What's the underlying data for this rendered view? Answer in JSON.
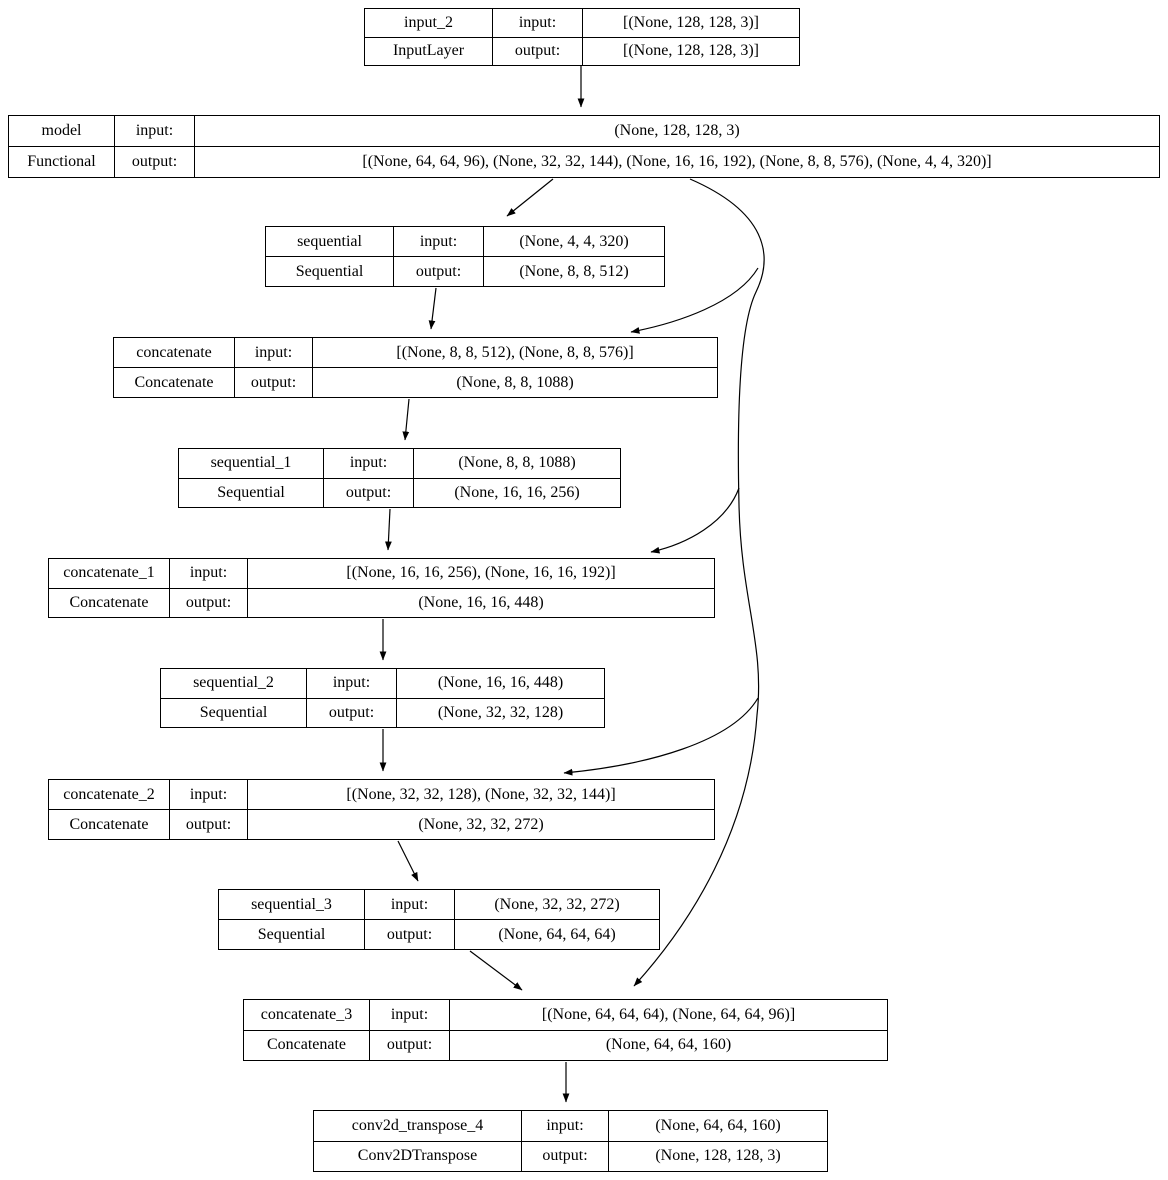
{
  "diagram": {
    "description": "Keras plot_model architecture graph (U-Net style decoder over MobileNet-like backbone)",
    "colors": {
      "background": "#ffffff",
      "box_border": "#000000",
      "text": "#000000",
      "edge": "#000000"
    },
    "nodes": [
      {
        "name": "input_2",
        "class_name": "InputLayer",
        "input_label": "input:",
        "output_label": "output:",
        "input_value": "[(None, 128, 128, 3)]",
        "output_value": "[(None, 128, 128, 3)]"
      },
      {
        "name": "model",
        "class_name": "Functional",
        "input_label": "input:",
        "output_label": "output:",
        "input_value": "(None, 128, 128, 3)",
        "output_value": "[(None, 64, 64, 96), (None, 32, 32, 144), (None, 16, 16, 192), (None, 8, 8, 576), (None, 4, 4, 320)]"
      },
      {
        "name": "sequential",
        "class_name": "Sequential",
        "input_label": "input:",
        "output_label": "output:",
        "input_value": "(None, 4, 4, 320)",
        "output_value": "(None, 8, 8, 512)"
      },
      {
        "name": "concatenate",
        "class_name": "Concatenate",
        "input_label": "input:",
        "output_label": "output:",
        "input_value": "[(None, 8, 8, 512), (None, 8, 8, 576)]",
        "output_value": "(None, 8, 8, 1088)"
      },
      {
        "name": "sequential_1",
        "class_name": "Sequential",
        "input_label": "input:",
        "output_label": "output:",
        "input_value": "(None, 8, 8, 1088)",
        "output_value": "(None, 16, 16, 256)"
      },
      {
        "name": "concatenate_1",
        "class_name": "Concatenate",
        "input_label": "input:",
        "output_label": "output:",
        "input_value": "[(None, 16, 16, 256), (None, 16, 16, 192)]",
        "output_value": "(None, 16, 16, 448)"
      },
      {
        "name": "sequential_2",
        "class_name": "Sequential",
        "input_label": "input:",
        "output_label": "output:",
        "input_value": "(None, 16, 16, 448)",
        "output_value": "(None, 32, 32, 128)"
      },
      {
        "name": "concatenate_2",
        "class_name": "Concatenate",
        "input_label": "input:",
        "output_label": "output:",
        "input_value": "[(None, 32, 32, 128), (None, 32, 32, 144)]",
        "output_value": "(None, 32, 32, 272)"
      },
      {
        "name": "sequential_3",
        "class_name": "Sequential",
        "input_label": "input:",
        "output_label": "output:",
        "input_value": "(None, 32, 32, 272)",
        "output_value": "(None, 64, 64, 64)"
      },
      {
        "name": "concatenate_3",
        "class_name": "Concatenate",
        "input_label": "input:",
        "output_label": "output:",
        "input_value": "[(None, 64, 64, 64), (None, 64, 64, 96)]",
        "output_value": "(None, 64, 64, 160)"
      },
      {
        "name": "conv2d_transpose_4",
        "class_name": "Conv2DTranspose",
        "input_label": "input:",
        "output_label": "output:",
        "input_value": "(None, 64, 64, 160)",
        "output_value": "(None, 128, 128, 3)"
      }
    ],
    "edges": [
      {
        "from": "input_2",
        "to": "model"
      },
      {
        "from": "model",
        "to": "sequential"
      },
      {
        "from": "model",
        "to": "concatenate"
      },
      {
        "from": "model",
        "to": "concatenate_1"
      },
      {
        "from": "model",
        "to": "concatenate_2"
      },
      {
        "from": "model",
        "to": "concatenate_3"
      },
      {
        "from": "sequential",
        "to": "concatenate"
      },
      {
        "from": "concatenate",
        "to": "sequential_1"
      },
      {
        "from": "sequential_1",
        "to": "concatenate_1"
      },
      {
        "from": "concatenate_1",
        "to": "sequential_2"
      },
      {
        "from": "sequential_2",
        "to": "concatenate_2"
      },
      {
        "from": "concatenate_2",
        "to": "sequential_3"
      },
      {
        "from": "sequential_3",
        "to": "concatenate_3"
      },
      {
        "from": "concatenate_3",
        "to": "conv2d_transpose_4"
      }
    ]
  }
}
